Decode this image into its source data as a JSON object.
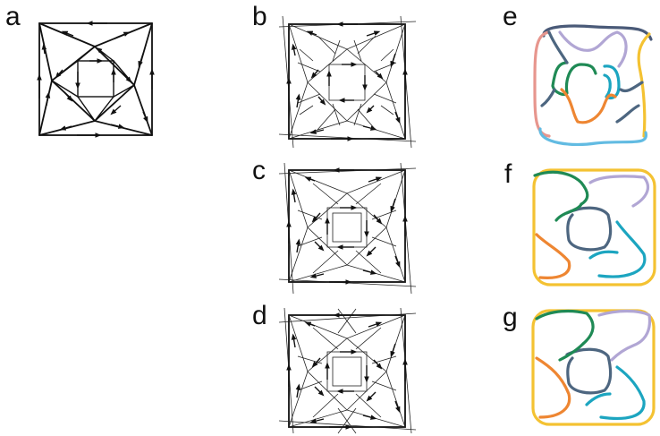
{
  "panels": [
    {
      "id": "a",
      "label": "a",
      "kind": "directed-graph"
    },
    {
      "id": "b",
      "label": "b",
      "kind": "directed-graph-crossings"
    },
    {
      "id": "c",
      "label": "c",
      "kind": "directed-graph-crossings"
    },
    {
      "id": "d",
      "label": "d",
      "kind": "directed-graph-crossings"
    },
    {
      "id": "e",
      "label": "e",
      "kind": "colored-link"
    },
    {
      "id": "f",
      "label": "f",
      "kind": "colored-link"
    },
    {
      "id": "g",
      "label": "g",
      "kind": "colored-link"
    }
  ],
  "colors": {
    "ink": "#111111",
    "navy": "#4a5a78",
    "pink": "#e7968e",
    "lavender": "#b1a6d4",
    "green": "#1f8a55",
    "orange": "#ee8632",
    "yellow": "#f4c232",
    "lightblue": "#62bbe2",
    "teal": "#1ca5c0",
    "slate": "#4d6680"
  }
}
